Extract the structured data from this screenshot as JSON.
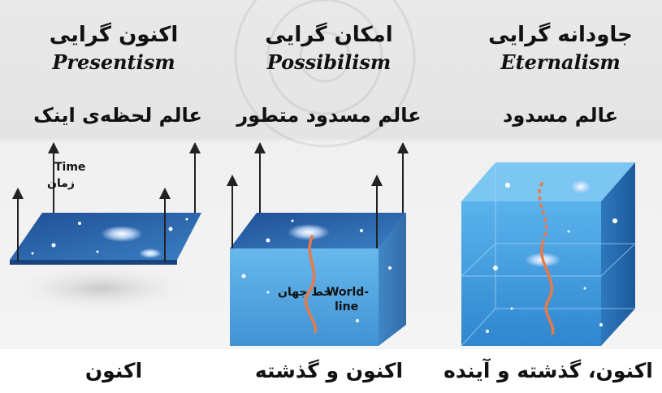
{
  "columns": {
    "presentism": {
      "title_fa": "اکنون گرایی",
      "title_en": "Presentism",
      "subtitle": "عالم لحظه‌ی اینک",
      "bottom": "اکنون",
      "time_fa": "زمان",
      "time_en": "Time"
    },
    "possibilism": {
      "title_fa": "امکان گرایی",
      "title_en": "Possibilism",
      "subtitle": "عالم مسدود متطور",
      "bottom": "اکنون و گذشته",
      "worldline_fa": "خط جهان",
      "worldline_en_1": "World-",
      "worldline_en_2": "line"
    },
    "eternalism": {
      "title_fa": "جاودانه گرایی",
      "title_en": "Eternalism",
      "subtitle": "عالم مسدود",
      "bottom": "اکنون، گذشته و آینده"
    }
  },
  "colors": {
    "slab_blue": "#3b7fc4",
    "cube_blue": "#4aa3e0",
    "worldline": "#e87a4a",
    "arrow": "#222222"
  }
}
